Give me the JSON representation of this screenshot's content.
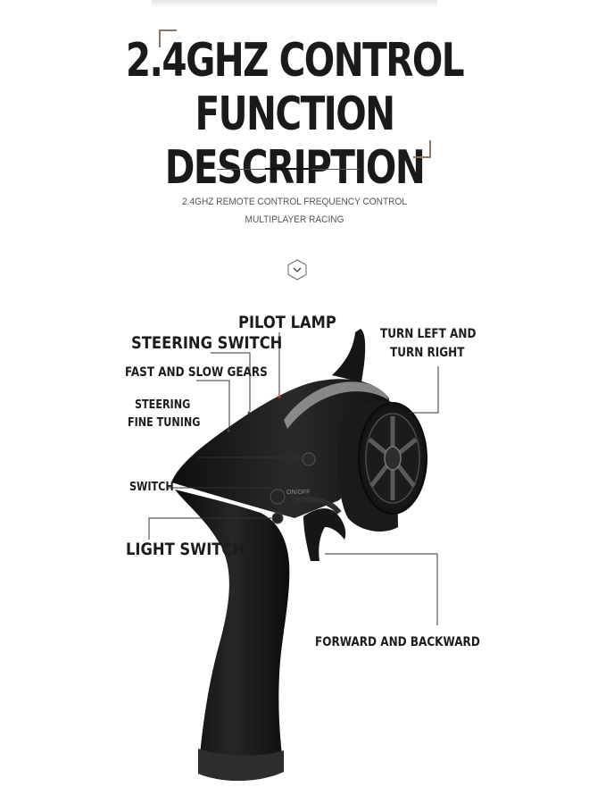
{
  "header": {
    "title_line1": "2.4GHZ CONTROL",
    "title_line2": "FUNCTION DESCRIPTION",
    "subtitle_line1": "2.4GHZ REMOTE CONTROL FREQUENCY CONTROL",
    "subtitle_line2": "MULTIPLAYER RACING",
    "down_icon": "chevron-down-hexagon-icon"
  },
  "callouts": {
    "pilot_lamp": "PILOT LAMP",
    "steering_switch": "STEERING SWITCH",
    "turn_line1": "TURN LEFT AND",
    "turn_line2": "TURN RIGHT",
    "fast_slow_gears": "FAST AND SLOW GEARS",
    "fine_tuning_line1": "STEERING",
    "fine_tuning_line2": "FINE TUNING",
    "switch": "SWITCH",
    "light_switch": "LIGHT SWITCH",
    "forward_backward": "FORWARD AND BACKWARD"
  },
  "device": {
    "name": "remote-controller",
    "body_color": "#1c1c1c",
    "accent_color": "#a9a9a9",
    "lamp_color": "#c0392b",
    "on_button_label": "ON/OFF"
  },
  "colors": {
    "bracket": "#8a7766",
    "title": "#1a1a1a",
    "subtitle": "#555555"
  }
}
